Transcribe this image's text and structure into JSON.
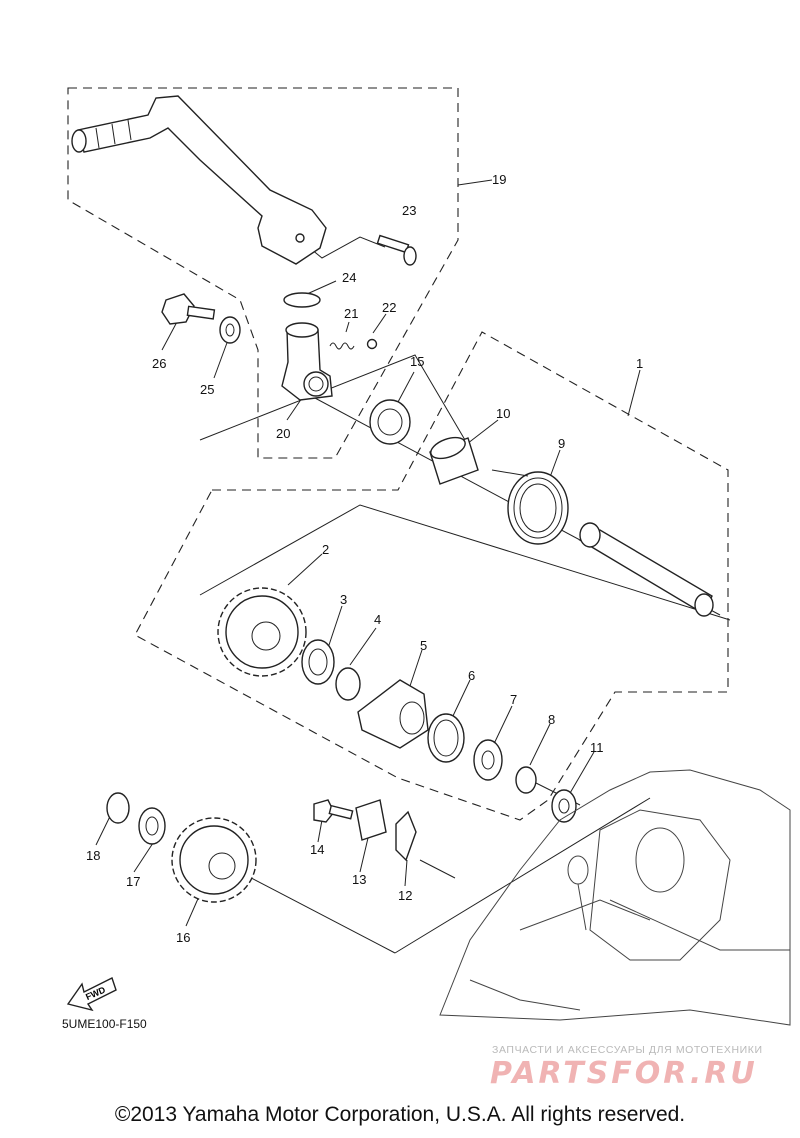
{
  "callouts": {
    "c1": "1",
    "c2": "2",
    "c3": "3",
    "c4": "4",
    "c5": "5",
    "c6": "6",
    "c7": "7",
    "c8": "8",
    "c9": "9",
    "c10": "10",
    "c11": "11",
    "c12": "12",
    "c13": "13",
    "c14": "14",
    "c15": "15",
    "c16": "16",
    "c17": "17",
    "c18": "18",
    "c19": "19",
    "c20": "20",
    "c21": "21",
    "c22": "22",
    "c23": "23",
    "c24": "24",
    "c25": "25",
    "c26": "26"
  },
  "fwd_label": "FWD",
  "diagram_code": "5UME100-F150",
  "watermark": {
    "subtitle": "ЗАПЧАСТИ И АКСЕССУАРЫ ДЛЯ МОТОТЕХНИКИ",
    "brand": "PARTSFOR.RU"
  },
  "copyright": "©2013 Yamaha Motor Corporation, U.S.A. All rights reserved."
}
